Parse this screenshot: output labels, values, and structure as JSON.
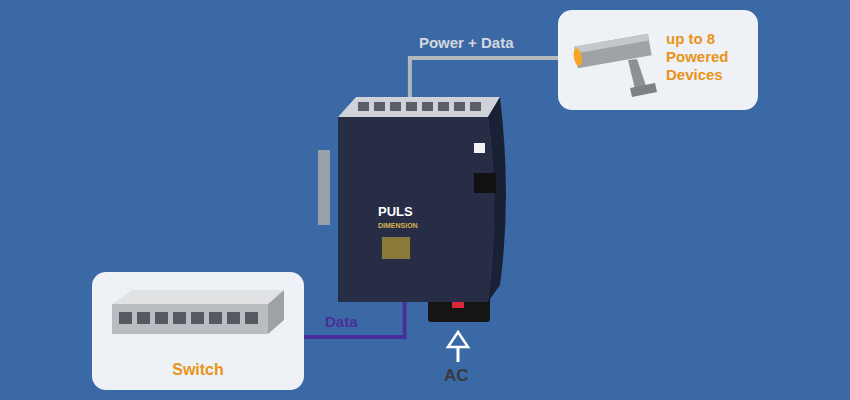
{
  "diagram": {
    "nodes": [
      {
        "text": [
          "up to 8 Powered Devices"
        ]
      },
      {
        "text": [
          "PULS",
          "DIMENSION"
        ]
      },
      {
        "text": [
          "Switch"
        ]
      }
    ],
    "edges": [
      {
        "from": 1,
        "to": 0,
        "arrow": "none",
        "label": "Power + Data"
      },
      {
        "from": 2,
        "to": 1,
        "arrow": "none",
        "label": "Data"
      }
    ],
    "labels": [
      "AC"
    ]
  }
}
